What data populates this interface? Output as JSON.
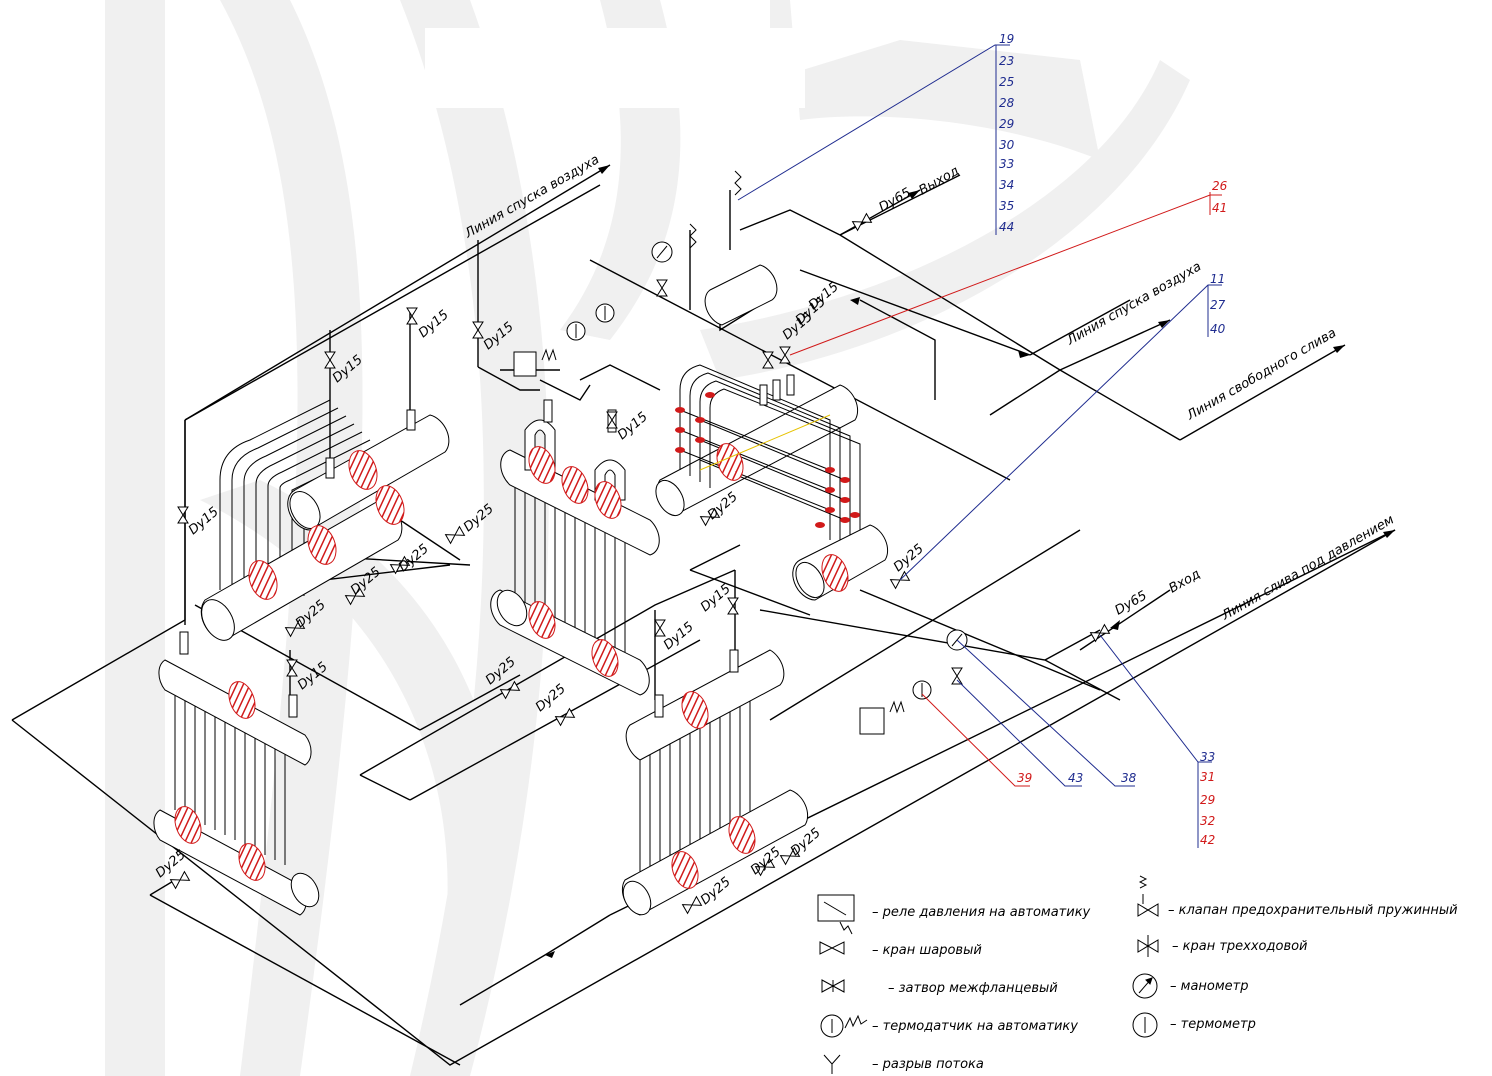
{
  "line_labels": {
    "air_release_left": "Линия спуска воздуха",
    "air_release_right": "Линия спуска воздуха",
    "free_drain": "Линия свободного слива",
    "pressure_drain": "Линия слива под давлением",
    "outlet": "Выход",
    "inlet": "Вход"
  },
  "pipe_sizes": {
    "dy65": "Dy65",
    "dy25": "Dy25",
    "dy15": "Dy15"
  },
  "callouts": {
    "group_top": [
      "19",
      "23",
      "25",
      "28",
      "29",
      "30",
      "33",
      "34",
      "35",
      "44"
    ],
    "group_mid_red": [
      "26",
      "41"
    ],
    "group_mid_blue": [
      "11",
      "27",
      "40"
    ],
    "group_bottom": [
      "33",
      "31",
      "29",
      "32",
      "42"
    ],
    "single_39": "39",
    "single_43": "43",
    "single_38": "38"
  },
  "legend": {
    "pressure_relay": "– реле давления на автоматику",
    "ball_valve": "– кран шаровый",
    "butterfly_valve": "– затвор межфланцевый",
    "temp_sensor": "– термодатчик на автоматику",
    "flow_break": "– разрыв потока",
    "safety_valve": "– клапан предохранительный пружинный",
    "three_way_valve": "– кран трехходовой",
    "manometer": "– манометр",
    "thermometer": "– термометр"
  },
  "colors": {
    "leader_blue": "#1f2c8f",
    "leader_red": "#d11a1a",
    "hatch_red": "#d11a1a",
    "watermark": "#efefef",
    "line": "#000000"
  }
}
